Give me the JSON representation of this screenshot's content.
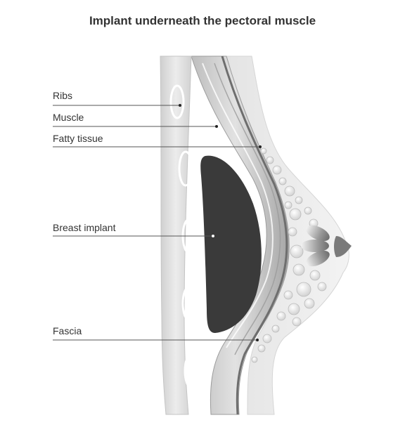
{
  "title": "Implant underneath the pectoral muscle",
  "labels": {
    "ribs": "Ribs",
    "muscle": "Muscle",
    "fatty_tissue": "Fatty tissue",
    "breast_implant": "Breast implant",
    "fascia": "Fascia"
  },
  "colors": {
    "implant": "#3a3a3a",
    "leader_line": "#555555",
    "tissue_light": "#e6e6e6",
    "muscle_mid": "#c9c9c9",
    "muscle_dark": "#8c8c8c"
  }
}
